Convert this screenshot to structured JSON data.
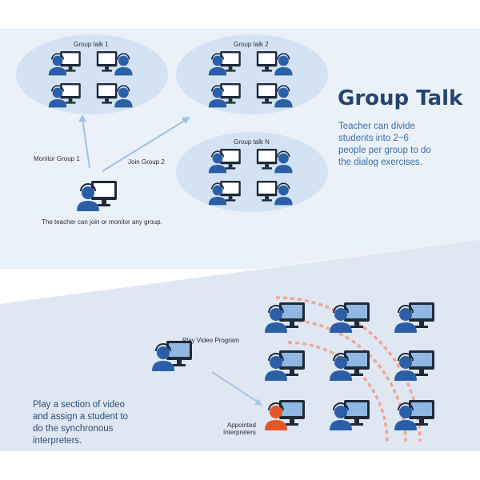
{
  "title": "Group Talk",
  "description": [
    "Teacher can divide",
    "students into 2~6",
    "people per group to do",
    "the dialog exercises."
  ],
  "groups": [
    {
      "label": "Group talk 1"
    },
    {
      "label": "Group talk 2"
    },
    {
      "label": "Group talk N"
    }
  ],
  "teacher": {
    "monitor_label": "Monitor Group 1",
    "join_label": "Join Group 2",
    "caption": "The teacher can join or monitor any group."
  },
  "video": {
    "play_label": "Play Video Program",
    "appointed_label_1": "Appointed",
    "appointed_label_2": "Interpreters",
    "description": [
      "Play a section of video",
      "and assign a student to",
      "do the synchronous",
      "interpreters."
    ]
  },
  "colors": {
    "person": "#2a5fa8",
    "person_highlight": "#e2562a",
    "monitor": "#1e2a3a",
    "screen": "#ffffff",
    "video_screen": "#8fb7e2",
    "title": "#24456e",
    "accent": "#3a6fa6",
    "signal": "#f0a090"
  }
}
